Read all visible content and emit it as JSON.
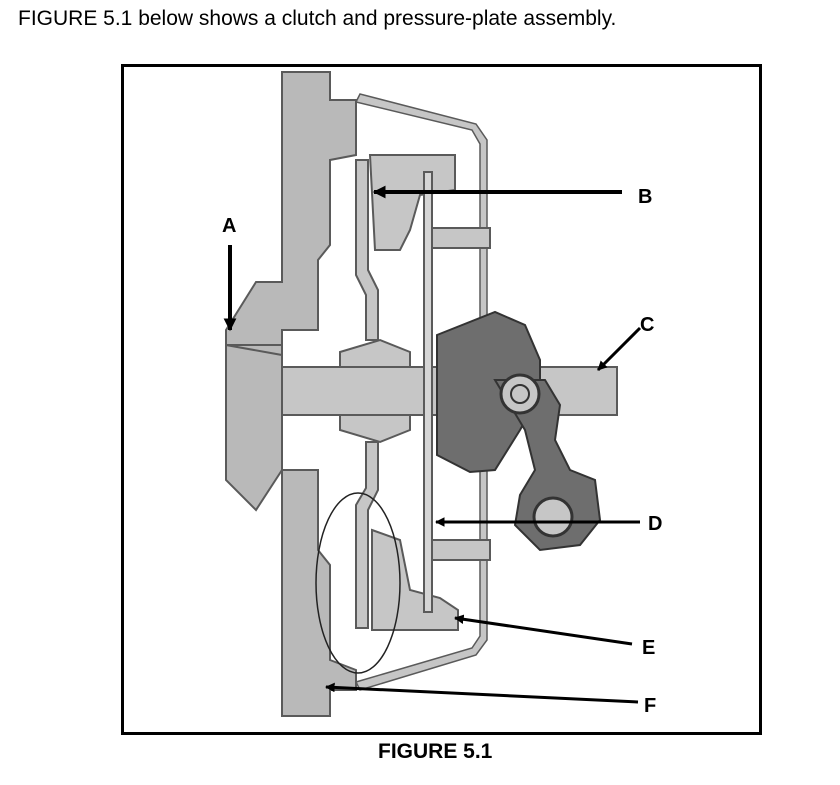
{
  "intro_text": "FIGURE 5.1 below shows a clutch and pressure-plate assembly.",
  "caption": "FIGURE 5.1",
  "labels": {
    "a": "A",
    "b": "B",
    "c": "C",
    "d": "D",
    "e": "E",
    "f": "F"
  },
  "colors": {
    "flywheel": "#b9b9b9",
    "parts": "#c6c6c6",
    "bearing": "#6e6e6e",
    "arrows": "#000000"
  }
}
